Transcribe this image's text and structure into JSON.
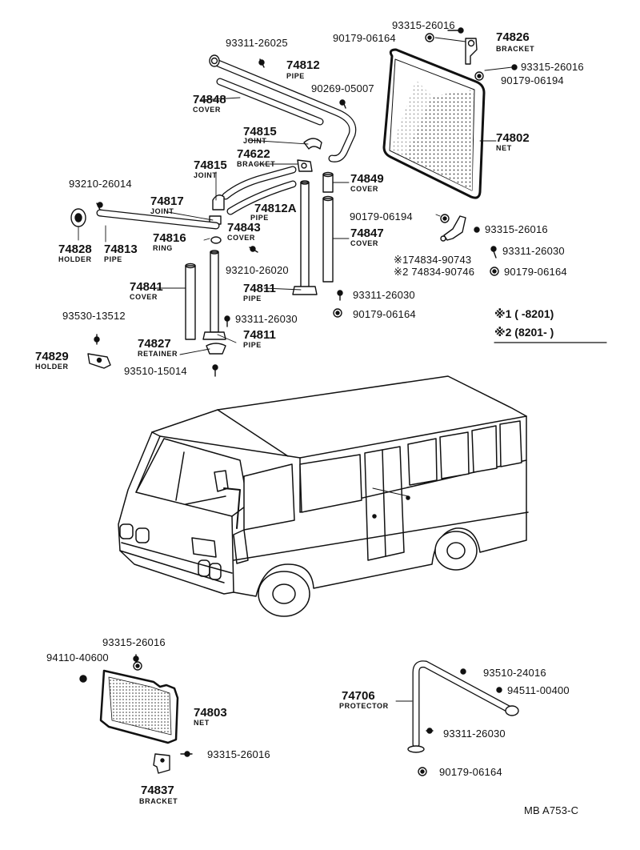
{
  "diagram_id": "MB A753-C",
  "legend": {
    "l1": "※1 (        -8201)",
    "l2": "※2 (8201-        )"
  },
  "labels": [
    {
      "id": "p93315_26016_a",
      "text": "93315-26016"
    },
    {
      "id": "p90179_06164_a",
      "text": "90179-06164"
    },
    {
      "id": "p74826",
      "text": "74826",
      "sub": "BRACKET"
    },
    {
      "id": "p93315_26016_b",
      "text": "93315-26016"
    },
    {
      "id": "p90179_06194_a",
      "text": "90179-06194"
    },
    {
      "id": "p93311_26025",
      "text": "93311-26025"
    },
    {
      "id": "p74812",
      "text": "74812",
      "sub": "PIPE"
    },
    {
      "id": "p90269_05007",
      "text": "90269-05007"
    },
    {
      "id": "p74848",
      "text": "74848",
      "sub": "COVER"
    },
    {
      "id": "p74815_a",
      "text": "74815",
      "sub": "JOINT"
    },
    {
      "id": "p74622",
      "text": "74622",
      "sub": "BRACKET"
    },
    {
      "id": "p74802",
      "text": "74802",
      "sub": "NET"
    },
    {
      "id": "p74815_b",
      "text": "74815",
      "sub": "JOINT"
    },
    {
      "id": "p93210_26014",
      "text": "93210-26014"
    },
    {
      "id": "p74849",
      "text": "74849",
      "sub": "COVER"
    },
    {
      "id": "p74817",
      "text": "74817",
      "sub": "JOINT"
    },
    {
      "id": "p74812A",
      "text": "74812A",
      "sub": "PIPE"
    },
    {
      "id": "p90179_06194_b",
      "text": "90179-06194"
    },
    {
      "id": "p93315_26016_c",
      "text": "93315-26016"
    },
    {
      "id": "p74843",
      "text": "74843",
      "sub": "COVER"
    },
    {
      "id": "p74847",
      "text": "74847",
      "sub": "COVER"
    },
    {
      "id": "p74816",
      "text": "74816",
      "sub": "RING"
    },
    {
      "id": "p74828",
      "text": "74828",
      "sub": "HOLDER"
    },
    {
      "id": "p74813",
      "text": "74813",
      "sub": "PIPE"
    },
    {
      "id": "p93311_26030_a",
      "text": "93311-26030"
    },
    {
      "id": "p74834_90743",
      "text": "※174834-90743"
    },
    {
      "id": "p74834_90746",
      "text": "※2 74834-90746"
    },
    {
      "id": "p90179_06164_b",
      "text": "90179-06164"
    },
    {
      "id": "p93210_26020",
      "text": "93210-26020"
    },
    {
      "id": "p74841",
      "text": "74841",
      "sub": "COVER"
    },
    {
      "id": "p74811_a",
      "text": "74811",
      "sub": "PIPE"
    },
    {
      "id": "p93311_26030_b",
      "text": "93311-26030"
    },
    {
      "id": "p90179_06164_c",
      "text": "90179-06164"
    },
    {
      "id": "p93530_13512",
      "text": "93530-13512"
    },
    {
      "id": "p93311_26030_c",
      "text": "93311-26030"
    },
    {
      "id": "p74811_b",
      "text": "74811",
      "sub": "PIPE"
    },
    {
      "id": "p74827",
      "text": "74827",
      "sub": "RETAINER"
    },
    {
      "id": "p74829",
      "text": "74829",
      "sub": "HOLDER"
    },
    {
      "id": "p93510_15014",
      "text": "93510-15014"
    },
    {
      "id": "p93315_26016_d",
      "text": "93315-26016"
    },
    {
      "id": "p94110_40600",
      "text": "94110-40600"
    },
    {
      "id": "p74803",
      "text": "74803",
      "sub": "NET"
    },
    {
      "id": "p93315_26016_e",
      "text": "93315-26016"
    },
    {
      "id": "p74837",
      "text": "74837",
      "sub": "BRACKET"
    },
    {
      "id": "p93510_24016",
      "text": "93510-24016"
    },
    {
      "id": "p74706",
      "text": "74706",
      "sub": "PROTECTOR"
    },
    {
      "id": "p94511_00400",
      "text": "94511-00400"
    },
    {
      "id": "p93311_26030_d",
      "text": "93311-26030"
    },
    {
      "id": "p90179_06164_d",
      "text": "90179-06164"
    }
  ]
}
